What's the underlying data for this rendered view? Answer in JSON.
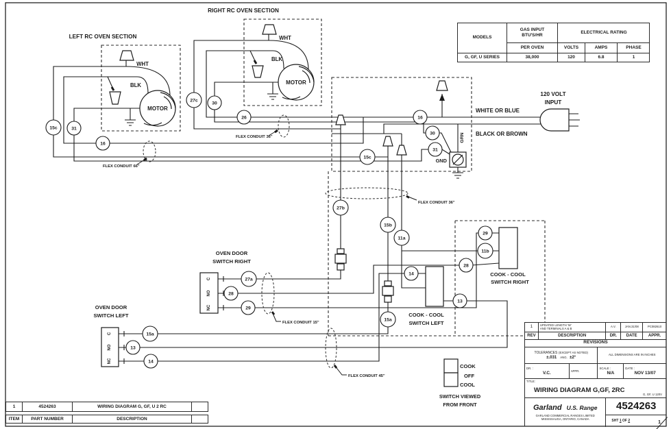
{
  "labels": {
    "left_section_title": "LEFT RC OVEN SECTION",
    "right_section_title": "RIGHT RC OVEN SECTION",
    "wht": "WHT",
    "blk": "BLK",
    "motor": "MOTOR",
    "volt1": "120 VOLT",
    "volt2": "INPUT",
    "white_wire": "WHITE OR BLUE",
    "black_wire": "BLACK OR BROWN",
    "grn": "GRN",
    "gnd": "GND",
    "odr1": "OVEN DOOR",
    "odr2": "SWITCH RIGHT",
    "odl1": "OVEN DOOR",
    "odl2": "SWITCH LEFT",
    "ccl1": "COOK - COOL",
    "ccl2": "SWITCH LEFT",
    "ccr1": "COOK - COOL",
    "ccr2": "SWITCH RIGHT",
    "cook": "COOK",
    "off": "OFF",
    "cool": "COOL",
    "svf1": "SWITCH VIEWED",
    "svf2": "FROM FRONT",
    "c66": "FLEX CONDUIT 66\"",
    "c36a": "FLEX CONDUIT 36\"",
    "c36b": "FLEX CONDUIT 36\"",
    "c15": "FLEX CONDUIT 15\"",
    "c45": "FLEX CONDUIT 45\"",
    "term_c": "C",
    "term_no": "NO",
    "term_nc": "NC"
  },
  "refs": {
    "r15c_l": "15c",
    "r31_l": "31",
    "r16_l": "16",
    "r27c": "27c",
    "r30_r": "30",
    "r26": "26",
    "r16_c": "16",
    "r30_c": "30",
    "r31_c": "31",
    "r15c_c": "15c",
    "r27b": "27b",
    "r15b": "15b",
    "r11a": "11a",
    "r29_cc": "29",
    "r11b": "11b",
    "r28_cc": "28",
    "r27a": "27a",
    "r28_d": "28",
    "r29_d": "29",
    "r14_cc": "14",
    "r13_cc": "13",
    "r15a_m": "15a",
    "r15a_d": "15a",
    "r13_d": "13",
    "r14_d": "14"
  },
  "spec_table": {
    "models_header": "MODELS",
    "gas_l1": "GAS INPUT",
    "gas_l2": "BTU'S/HR",
    "gas_l3": "PER OVEN",
    "elec_header": "ELECTRICAL RATING",
    "volts": "VOLTS",
    "amps": "AMPS",
    "phase": "PHASE",
    "row": {
      "models": "G, GF, U SERIES",
      "gas": "38,000",
      "volts": "120",
      "amps": "6.8",
      "phase": "1"
    }
  },
  "parts_table": {
    "headers": {
      "item": "ITEM",
      "part": "PART NUMBER",
      "desc": "DESCRIPTION"
    },
    "row": {
      "item": "1",
      "part": "4524263",
      "desc": "WIRING DIAGRAM G, GF, U 2 RC"
    }
  },
  "title_block": {
    "rev_row": {
      "rev": "1",
      "desc_l1": "UPDATED LENGTH 'W'",
      "desc_l2": "AND TERMINALS A & B",
      "dr": "A.V.",
      "date": "JAN.31/08",
      "appr": "PC082610"
    },
    "headers": {
      "rev": "REV",
      "desc": "DESCRIPTION",
      "dr": "DR.",
      "date": "DATE",
      "appr": "APPR."
    },
    "revisions": "REVISIONS",
    "tol": {
      "label": "TOLERANCES",
      "value": "±.031",
      "note": "(EXCEPT AS NOTED)",
      "ang_label": "ANG.",
      "ang_value": "±2°",
      "dims": "ALL DIMENSIONS ARE IN INCHES"
    },
    "sign": {
      "dr_label": "DR. :",
      "dr": "V.C.",
      "appr_label": "APPR.",
      "scale_label": "SCALE :",
      "scale": "N/A",
      "date_label": "DATE :",
      "date": "NOV 13/07"
    },
    "title_label": "TITLE:",
    "title": "WIRING DIAGRAM G,GF, 2RC",
    "subtitle": "G, GF, U 120V",
    "brand": {
      "garland": "Garland",
      "usrange": "U.S. Range",
      "company_l1": "GARLAND COMMERCIAL RANGES LIMITED",
      "company_l2": "MISSISSAUGA, ONTARIO, CANADA"
    },
    "part_number": "4524263",
    "sht": {
      "label": "SHT",
      "num": "1",
      "of": "OF",
      "total": "2",
      "side_rev": "1"
    }
  }
}
